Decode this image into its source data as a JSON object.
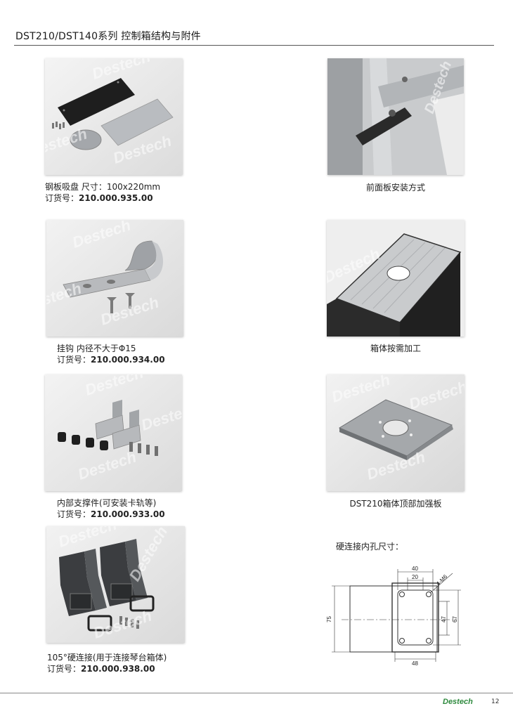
{
  "header": {
    "title": "DST210/DST140系列 控制箱结构与附件"
  },
  "watermark": "Destech",
  "items": [
    {
      "line1": "钢板吸盘 尺寸：100x220mm",
      "order_label": "订货号：",
      "order_code": "210.000.935.00"
    },
    {
      "line1": "前面板安装方式"
    },
    {
      "line1": "挂钩 内径不大于Φ15",
      "order_label": "订货号：",
      "order_code": "210.000.934.00"
    },
    {
      "line1": "箱体按需加工"
    },
    {
      "line1": "内部支撑件(可安装卡轨等)",
      "order_label": "订货号：",
      "order_code": "210.000.933.00"
    },
    {
      "line1": "DST210箱体顶部加强板"
    },
    {
      "line1": "105°硬连接(用于连接琴台箱体)",
      "order_label": "订货号：",
      "order_code": "210.000.938.00"
    }
  ],
  "drawing": {
    "title": "硬连接内孔尺寸：",
    "dims": {
      "d40": "40",
      "d20": "20",
      "holes": "4-M6",
      "d75": "75",
      "d47": "47",
      "d67": "67",
      "d48": "48"
    }
  },
  "footer": {
    "brand": "Destech",
    "page": "12"
  }
}
